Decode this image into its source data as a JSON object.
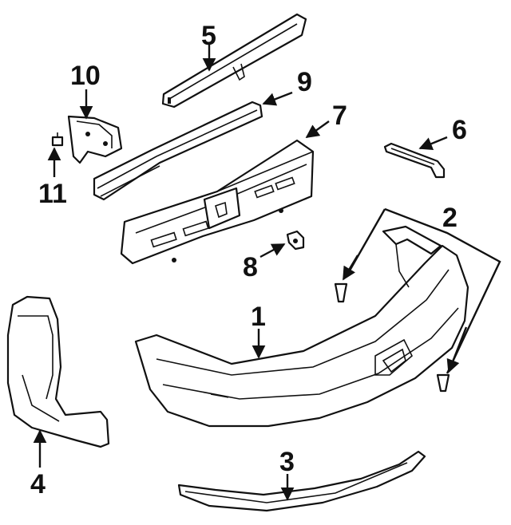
{
  "diagram": {
    "callouts": [
      "1",
      "2",
      "3",
      "4",
      "5",
      "6",
      "7",
      "8",
      "9",
      "10",
      "11"
    ],
    "colors": {
      "ink": "#111111",
      "paper": "#ffffff"
    }
  }
}
